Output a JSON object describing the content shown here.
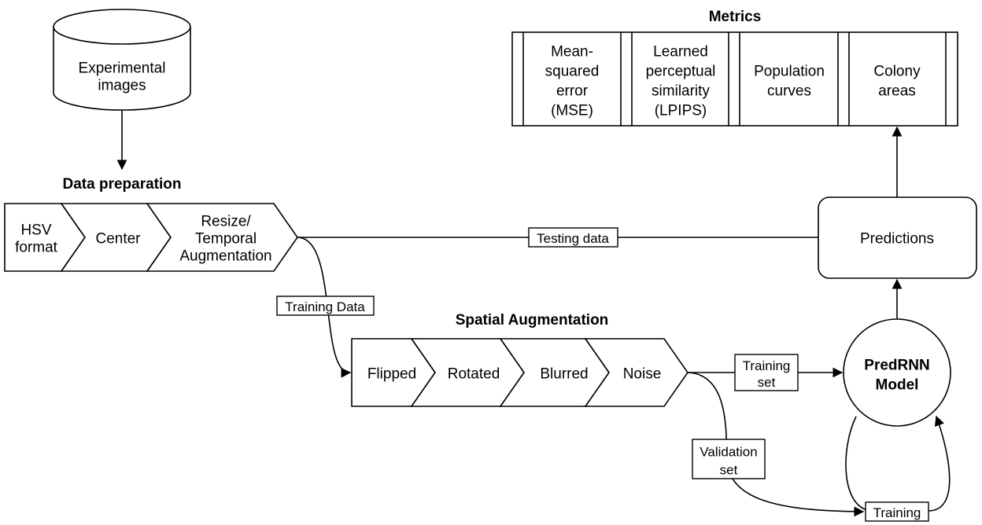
{
  "source_node": {
    "lines": [
      "Experimental",
      "images"
    ]
  },
  "data_preparation": {
    "title": "Data preparation",
    "steps": [
      {
        "lines": [
          "HSV",
          "format"
        ]
      },
      {
        "lines": [
          "Center"
        ]
      },
      {
        "lines": [
          "Resize/",
          "Temporal",
          "Augmentation"
        ]
      }
    ]
  },
  "spatial_augmentation": {
    "title": "Spatial Augmentation",
    "steps": [
      {
        "lines": [
          "Flipped"
        ]
      },
      {
        "lines": [
          "Rotated"
        ]
      },
      {
        "lines": [
          "Blurred"
        ]
      },
      {
        "lines": [
          "Noise"
        ]
      }
    ]
  },
  "metrics": {
    "title": "Metrics",
    "items": [
      {
        "lines": [
          "Mean-",
          "squared",
          "error",
          "(MSE)"
        ]
      },
      {
        "lines": [
          "Learned",
          "perceptual",
          "similarity",
          "(LPIPS)"
        ]
      },
      {
        "lines": [
          "Population",
          "curves"
        ]
      },
      {
        "lines": [
          "Colony",
          "areas"
        ]
      }
    ]
  },
  "predictions": {
    "lines": [
      "Predictions"
    ]
  },
  "model": {
    "lines": [
      "PredRNN",
      "Model"
    ]
  },
  "edge_labels": {
    "testing_data": {
      "lines": [
        "Testing data"
      ]
    },
    "training_data": {
      "lines": [
        "Training Data"
      ]
    },
    "training_set": {
      "lines": [
        "Training",
        "set"
      ]
    },
    "validation_set": {
      "lines": [
        "Validation",
        "set"
      ]
    },
    "training_loop": {
      "lines": [
        "Training"
      ]
    }
  }
}
